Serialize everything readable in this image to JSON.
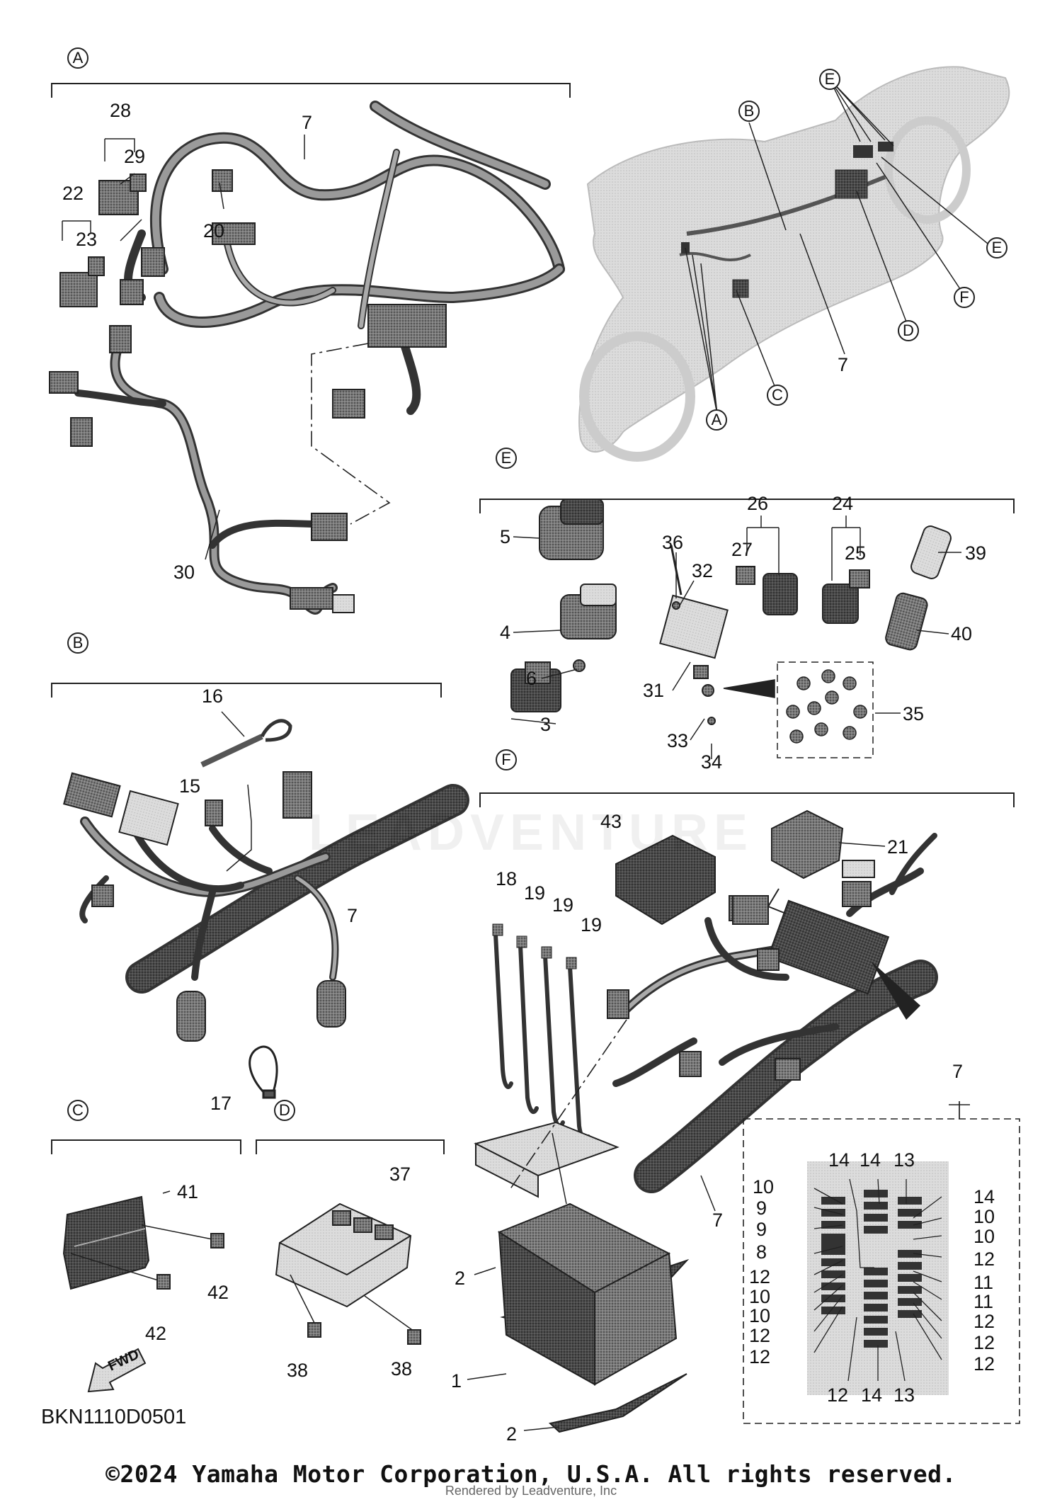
{
  "diagram_code": "BKN1110D0501",
  "copyright": "©2024 Yamaha Motor Corporation, U.S.A. All rights reserved.",
  "rendered_by": "Rendered by Leadventure, Inc",
  "watermark": "LEADVENTURE",
  "fwd_label": "FWD",
  "sections": {
    "A": "A",
    "B": "B",
    "C": "C",
    "D": "D",
    "E": "E",
    "F": "F"
  },
  "overview_callouts": [
    "B",
    "E",
    "E",
    "F",
    "D",
    "C",
    "A"
  ],
  "part_labels": {
    "s_a": [
      "28",
      "29",
      "22",
      "23",
      "20",
      "7",
      "30"
    ],
    "s_b": [
      "16",
      "15",
      "7",
      "17"
    ],
    "s_c": [
      "41",
      "42",
      "42"
    ],
    "s_d": [
      "37",
      "38",
      "38"
    ],
    "s_e": [
      "5",
      "4",
      "3",
      "6",
      "36",
      "32",
      "31",
      "33",
      "34",
      "35",
      "26",
      "27",
      "24",
      "25",
      "39",
      "40"
    ],
    "s_f": [
      "43",
      "21",
      "18",
      "19",
      "19",
      "19",
      "2",
      "2",
      "1",
      "7"
    ],
    "overview": [
      "7"
    ],
    "fuse_box_ref": "7",
    "fuse_left": [
      "10",
      "9",
      "9",
      "8",
      "12",
      "10",
      "10",
      "12",
      "12"
    ],
    "fuse_top": [
      "14",
      "14",
      "13"
    ],
    "fuse_right": [
      "14",
      "10",
      "10",
      "12",
      "11",
      "11",
      "12",
      "12",
      "12"
    ],
    "fuse_bottom": [
      "12",
      "14",
      "13"
    ]
  },
  "colors": {
    "line": "#222222",
    "part_fill": "#5a5a5a",
    "part_light": "#9a9a9a",
    "ghost": "#d8d8d8"
  }
}
